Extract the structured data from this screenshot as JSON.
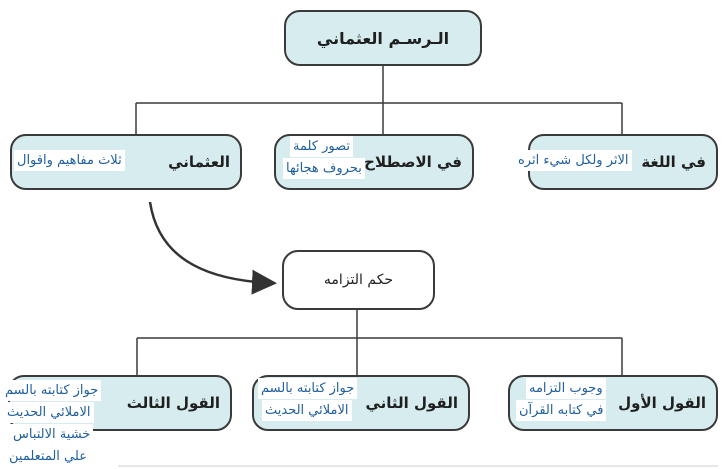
{
  "diagram": {
    "root": {
      "label": "الـرسـم العثماني"
    },
    "top_nodes": [
      {
        "label": "في اللغة",
        "note": "الاثر ولكل شيء اثره"
      },
      {
        "label": "في الاصطلاح",
        "note_lines": [
          "تصور كلمة",
          "بحروف هجائها"
        ]
      },
      {
        "label": "العثماني",
        "note": "ثلاث مفاهيم واقوال"
      }
    ],
    "middle_node": {
      "label": "حكم التزامه"
    },
    "bottom_nodes": [
      {
        "label": "القول الأول",
        "note_lines": [
          "وجوب التزامه",
          "في كتابه القرآن"
        ]
      },
      {
        "label": "القول الثاني",
        "note_lines": [
          "جواز كتابته بالسم",
          "الاملائي الحديث"
        ]
      },
      {
        "label": "القول الثالث",
        "note_lines": [
          "جواز كتابته بالسم",
          "الاملائي الحديث",
          "خشية الالتباس",
          "علي المتعلمين"
        ]
      }
    ]
  },
  "colors": {
    "node_fill": "#d6ecef",
    "node_border": "#3a3a3a",
    "handwriting": "#1f5f9c",
    "connector": "#3a3a3a"
  }
}
